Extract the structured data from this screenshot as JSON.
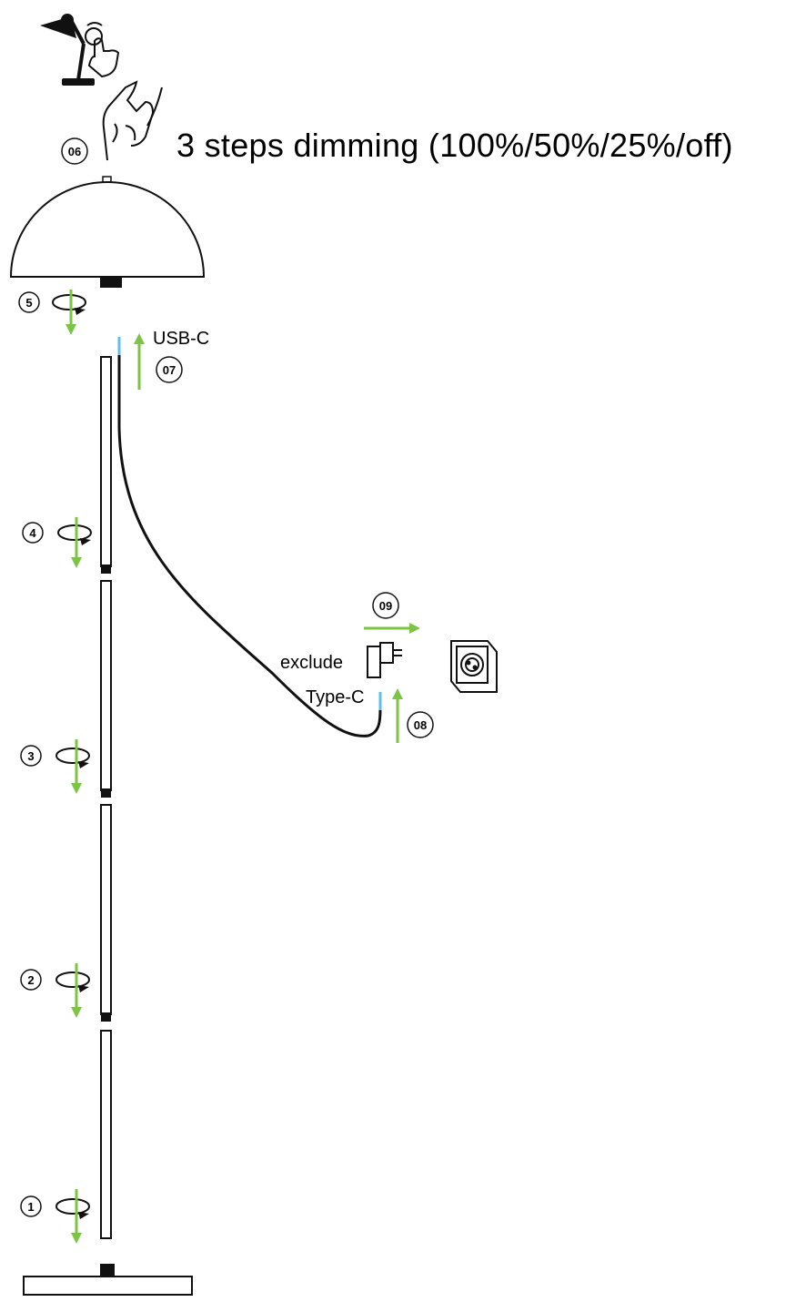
{
  "title": "3 steps dimming (100%/50%/25%/off)",
  "labels": {
    "usb": "USB-C",
    "exclude": "exclude",
    "typec": "Type-C"
  },
  "steps": {
    "s1": "1",
    "s2": "2",
    "s3": "3",
    "s4": "4",
    "s5": "5",
    "s6": "06",
    "s7": "07",
    "s8": "08",
    "s9": "09"
  },
  "colors": {
    "line": "#111111",
    "arrow": "#7cc443",
    "connector": "#5bc0eb"
  },
  "icons": [
    "desk-lamp-icon",
    "touch-hand-icon",
    "rotate-icon",
    "wall-socket-icon",
    "power-adapter-icon"
  ]
}
